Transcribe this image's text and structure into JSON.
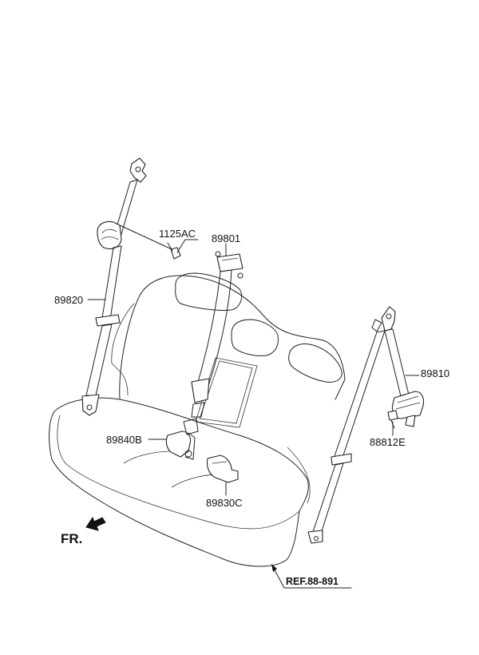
{
  "labels": {
    "p1125ac": "1125AC",
    "p89801": "89801",
    "p89820": "89820",
    "p89810": "89810",
    "p88812e": "88812E",
    "p89840b": "89840B",
    "p89830c": "89830C"
  },
  "direction_label": "FR.",
  "reference_label": "REF.88-891"
}
